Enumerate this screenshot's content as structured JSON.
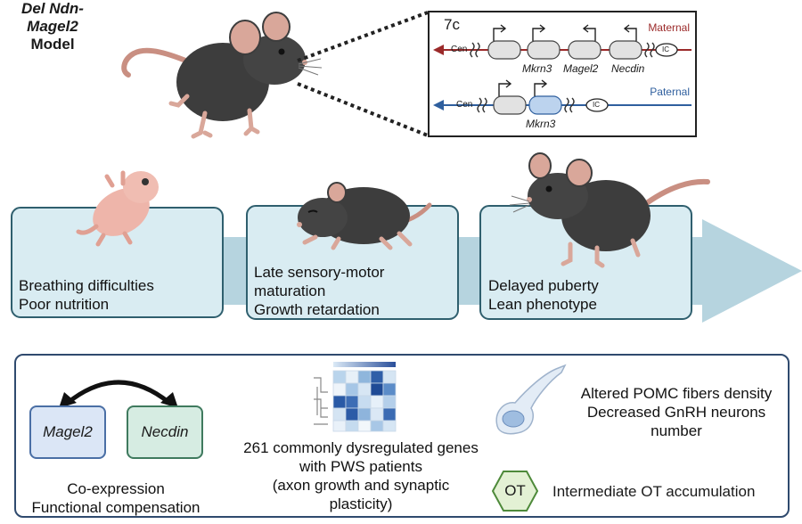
{
  "model_title": {
    "line1": "Del Ndn-Magel2",
    "line2": "Model"
  },
  "genetics": {
    "panel_label": "7c",
    "maternal_label": "Maternal",
    "paternal_label": "Paternal",
    "cen_label": "Cen",
    "ic_label": "IC",
    "maternal_genes": [
      "Mkrn3",
      "Magel2",
      "Necdin"
    ],
    "paternal_genes": [
      "Mkrn3"
    ],
    "maternal_color": "#9b2a2a",
    "paternal_color": "#2f5f9e"
  },
  "stages": [
    {
      "line1": "Breathing difficulties",
      "line2": "Poor nutrition"
    },
    {
      "line1": "Late sensory-motor",
      "line2": "maturation",
      "line3": "Growth retardation"
    },
    {
      "line1": "Delayed puberty",
      "line2": "Lean phenotype"
    }
  ],
  "gene_pair": {
    "left": "Magel2",
    "right": "Necdin",
    "caption_line1": "Co-expression",
    "caption_line2": "Functional compensation"
  },
  "genes_text": {
    "line1": "261 commonly dysregulated genes",
    "line2": "with PWS patients",
    "line3": "(axon growth and synaptic",
    "line4": "plasticity)"
  },
  "neuron_text": {
    "line1": "Altered POMC fibers density",
    "line2": "Decreased GnRH neurons",
    "line3": "number"
  },
  "ot": {
    "badge": "OT",
    "text": "Intermediate OT accumulation"
  },
  "colors": {
    "stage_fill": "#d9ecf2",
    "stage_border": "#2f5f6e",
    "arrow_fill": "#a9cdd9",
    "mouse_body": "#3d3d3d",
    "mouse_pink": "#d9a79a",
    "magel2_fill": "#dbe6f6",
    "necdin_fill": "#d6ece2",
    "ot_fill": "#e3f1d4"
  }
}
